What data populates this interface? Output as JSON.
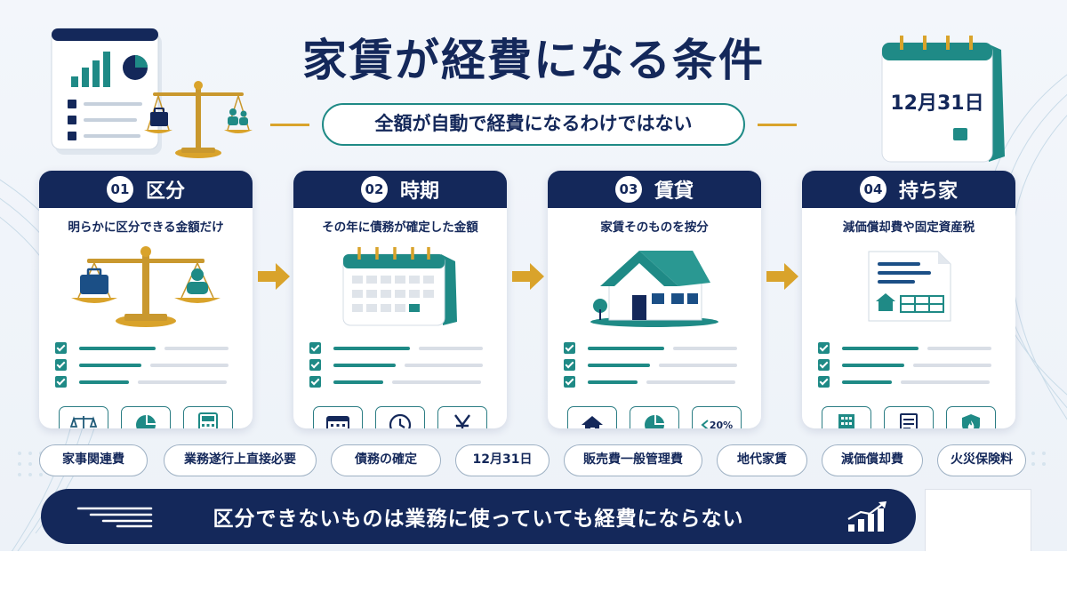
{
  "title": "家賃が経費になる条件",
  "subtitle": "全額が自動で経費になるわけではない",
  "calendar_label": "12月31日",
  "cards": [
    {
      "num": "01",
      "title": "区分",
      "desc": "明らかに区分できる金額だけ",
      "icons": [
        "scale-icon",
        "pie-chart-icon",
        "calculator-icon"
      ]
    },
    {
      "num": "02",
      "title": "時期",
      "desc": "その年に債務が確定した金額",
      "icons": [
        "calendar-icon",
        "clock-icon",
        "yen-icon"
      ]
    },
    {
      "num": "03",
      "title": "賃貸",
      "desc": "家賃そのものを按分",
      "icons": [
        "house-icon",
        "pie-chart-icon"
      ],
      "percent_label": "20%"
    },
    {
      "num": "04",
      "title": "持ち家",
      "desc": "減価償却費や固定資産税",
      "icons": [
        "building-icon",
        "document-icon",
        "fire-shield-icon"
      ]
    }
  ],
  "tags": [
    "家事関連費",
    "業務遂行上直接必要",
    "債務の確定",
    "12月31日",
    "販売費一般管理費",
    "地代家賃",
    "減価償却費",
    "火災保険料"
  ],
  "banner": "区分できないものは業務に使っていても経費にならない",
  "colors": {
    "navy": "#14285a",
    "teal": "#1f8a86",
    "gold": "#d9a32b",
    "background": "#eef3f9"
  }
}
